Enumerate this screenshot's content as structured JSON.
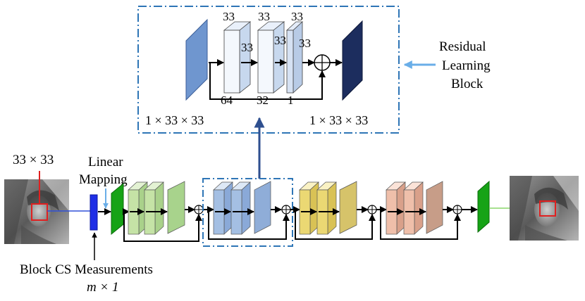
{
  "inset": {
    "block_numbers": {
      "top_a": "33",
      "top_b": "33",
      "top_c": "33",
      "side_a": "33",
      "side_b": "33",
      "side_c": "33",
      "bottom_a": "64",
      "bottom_b": "32",
      "bottom_c": "1"
    },
    "input_dim": "1 × 33 × 33",
    "output_dim": "1 × 33 × 33"
  },
  "residual_label": {
    "line1": "Residual",
    "line2": "Learning",
    "line3": "Block"
  },
  "pipeline": {
    "patch_size": "33 × 33",
    "linear_line1": "Linear",
    "linear_line2": "Mapping",
    "measurements_line1": "Block CS Measurements",
    "measurements_line2": "m × 1"
  },
  "colors": {
    "inset_border": "#2e75b6",
    "inset_input_layer": "#6f96cf",
    "inset_output_layer": "#1c2d5e",
    "measurement_bar": "#1f2fe6",
    "mapping_layer": "#16a316",
    "stage1": "#c5e3a6",
    "stage2": "#a4bfe3",
    "stage3": "#ebd873",
    "stage4": "#efbfaa",
    "highlight_arrow": "#6aaee8",
    "connector_blue": "#2e4f8f"
  },
  "icons": [
    "pipe-image-lena-input",
    "pipe-image-lena-output",
    "sum-node-icon",
    "arrow-icon"
  ]
}
